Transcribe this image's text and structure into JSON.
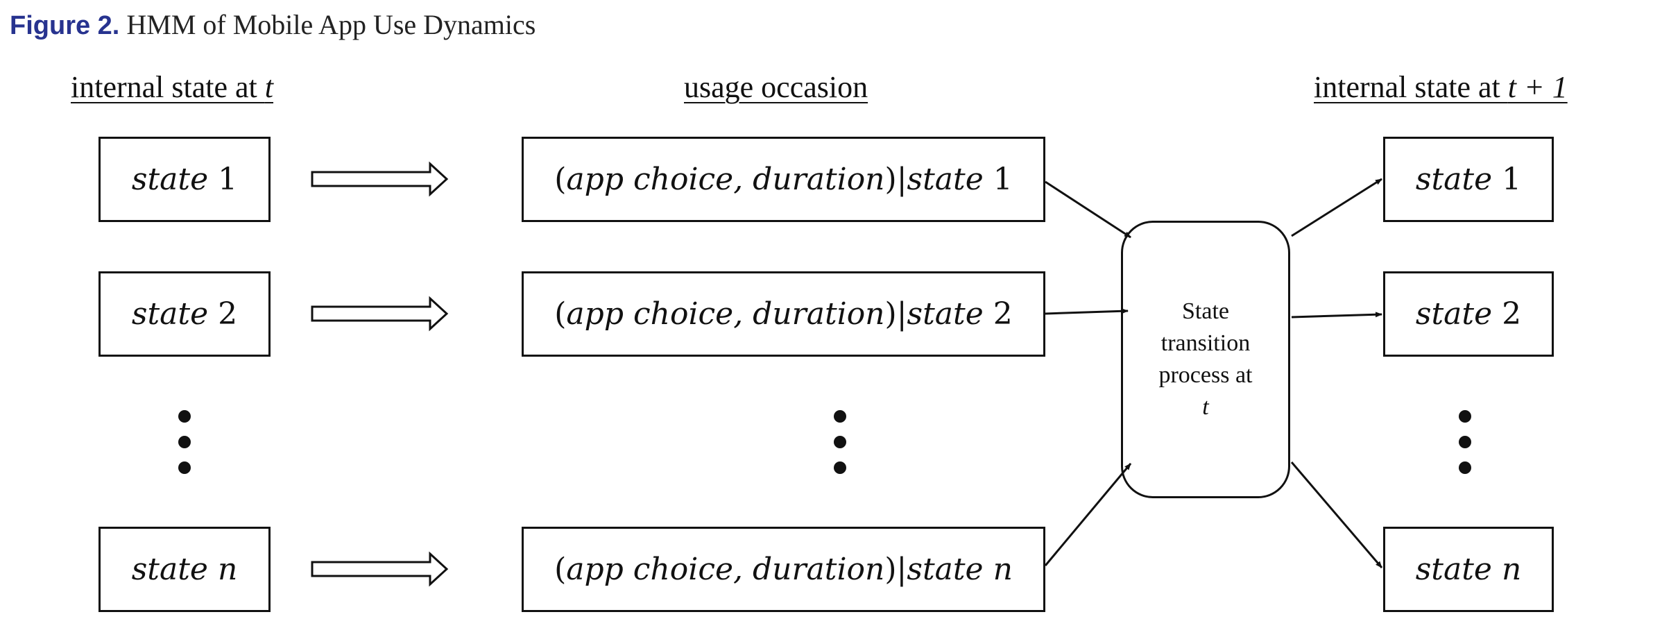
{
  "figure": {
    "label": "Figure 2.",
    "title": "HMM of Mobile App Use Dynamics"
  },
  "columns": {
    "left_prefix": "internal state at ",
    "left_var": "t",
    "middle": "usage occasion",
    "right_prefix": "internal state at ",
    "right_var": "t + 1"
  },
  "state_word": "state",
  "occasion_prefix": "(",
  "occasion_text": "app choice, duration",
  "occasion_suffix": ")|",
  "rows": [
    {
      "index": "1"
    },
    {
      "index": "2"
    },
    {
      "index": "n"
    }
  ],
  "process": {
    "line1": "State",
    "line2": "transition",
    "line3": "process at",
    "var": "t"
  },
  "colors": {
    "figure_label": "#27338f",
    "ink": "#111111"
  }
}
